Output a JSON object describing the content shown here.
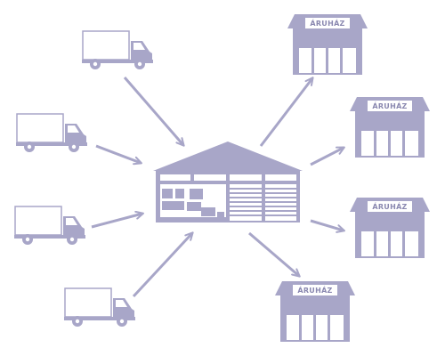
{
  "diagram": {
    "colors": {
      "primary": "#a8a6c8",
      "light": "#ffffff",
      "arrow": "#a8a6c8",
      "sign_text": "#8a88b0"
    },
    "trucks": [
      {
        "id": "truck-1",
        "icon": "truck-icon"
      },
      {
        "id": "truck-2",
        "icon": "truck-icon"
      },
      {
        "id": "truck-3",
        "icon": "truck-icon"
      },
      {
        "id": "truck-4",
        "icon": "truck-icon"
      }
    ],
    "warehouse": {
      "icon": "warehouse-icon"
    },
    "stores": [
      {
        "id": "store-1",
        "icon": "store-icon",
        "sign": "ÁRUHÁZ"
      },
      {
        "id": "store-2",
        "icon": "store-icon",
        "sign": "ÁRUHÁZ"
      },
      {
        "id": "store-3",
        "icon": "store-icon",
        "sign": "ÁRUHÁZ"
      },
      {
        "id": "store-4",
        "icon": "store-icon",
        "sign": "ÁRUHÁZ"
      }
    ]
  }
}
